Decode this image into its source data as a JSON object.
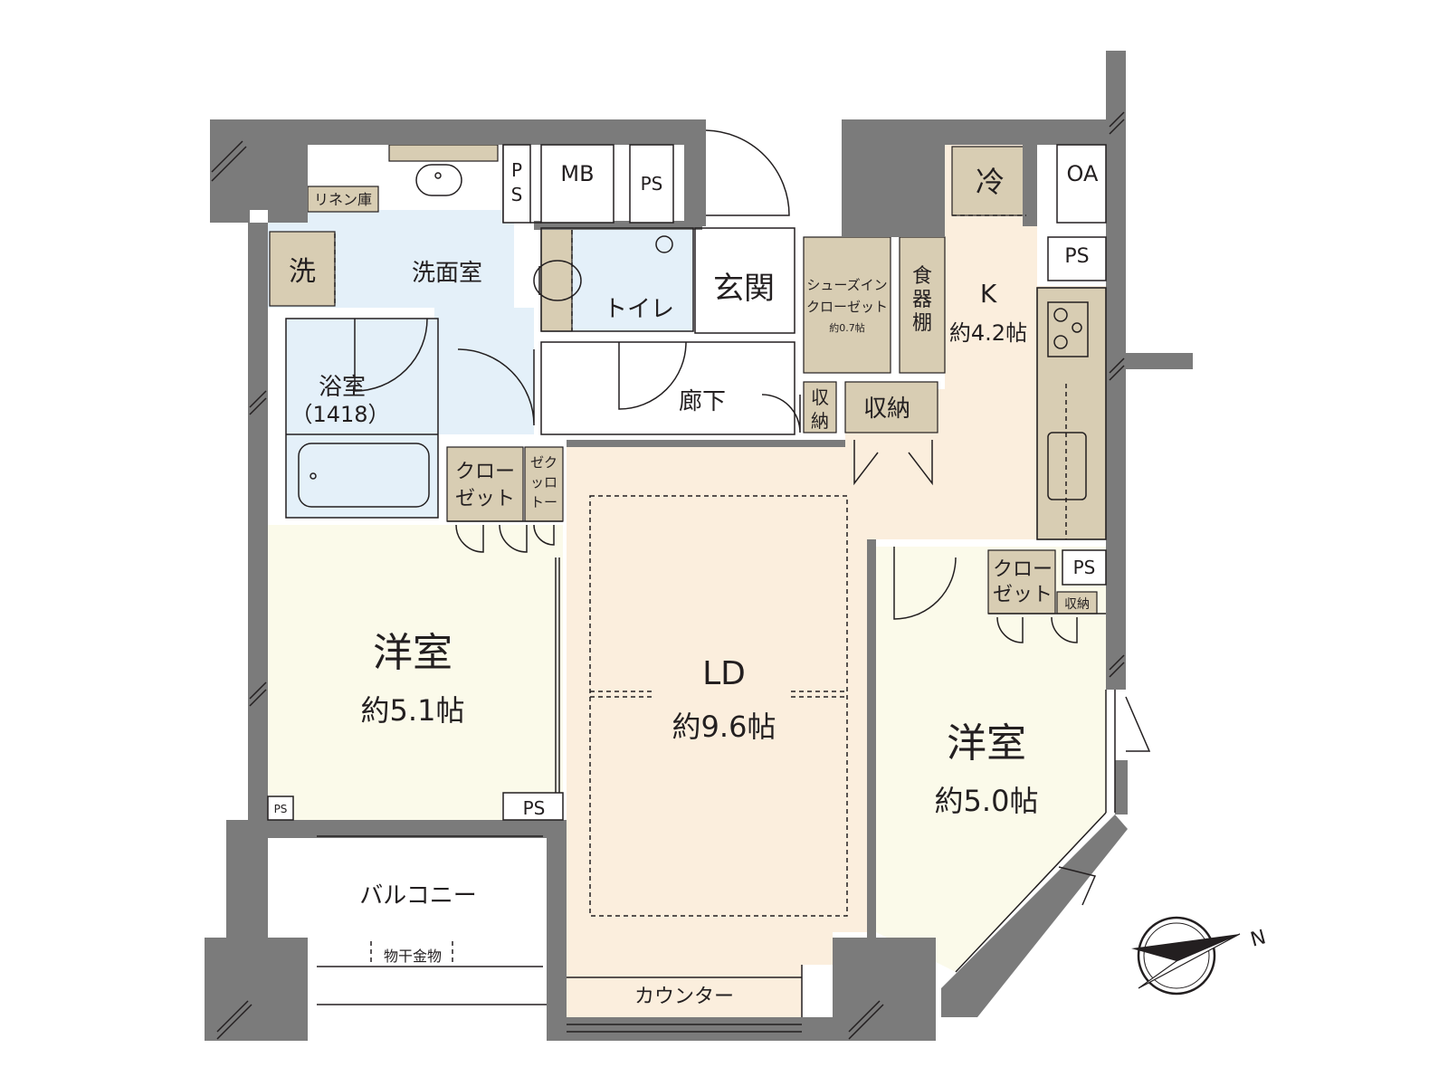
{
  "colors": {
    "wall": "#7b7b7b",
    "wet_area": "#e4f0f9",
    "ld_kitchen": "#fbeedd",
    "western_room": "#fbfaea",
    "storage": "#d8cdb3",
    "line": "#231f20"
  },
  "rooms": {
    "linen": "リネン庫",
    "washer": "洗",
    "washroom": "洗面室",
    "ps_vertical": "P\nS",
    "mb": "MB",
    "ps_top": "PS",
    "toilet": "トイレ",
    "entrance": "玄関",
    "shoe_closet": "シューズイン\nクローゼット",
    "shoe_closet_size": "約0.7帖",
    "cupboard": "食\n器\n棚",
    "fridge": "冷",
    "oa": "OA",
    "ps_right_top": "PS",
    "kitchen": "K",
    "kitchen_size": "約4.2帖",
    "bath": "浴室",
    "bath_size": "（1418）",
    "hallway": "廊下",
    "storage_small": "収\n納",
    "storage": "収納",
    "closet_left": "クロー\nゼット",
    "closet_left_small": "ゼク\nッロ\nトー",
    "western_left": "洋室",
    "western_left_size": "約5.1帖",
    "ps_left_bottom_small": "PS",
    "ps_left_bottom": "PS",
    "ld": "LD",
    "ld_size": "約9.6帖",
    "closet_right": "クロー\nゼット",
    "storage_right_small": "収納",
    "ps_right_mid": "PS",
    "western_right": "洋室",
    "western_right_size": "約5.0帖",
    "balcony": "バルコニー",
    "drying_rack": "物干金物",
    "counter": "カウンター"
  },
  "compass": {
    "label": "N",
    "icon": "north-arrow-icon"
  }
}
